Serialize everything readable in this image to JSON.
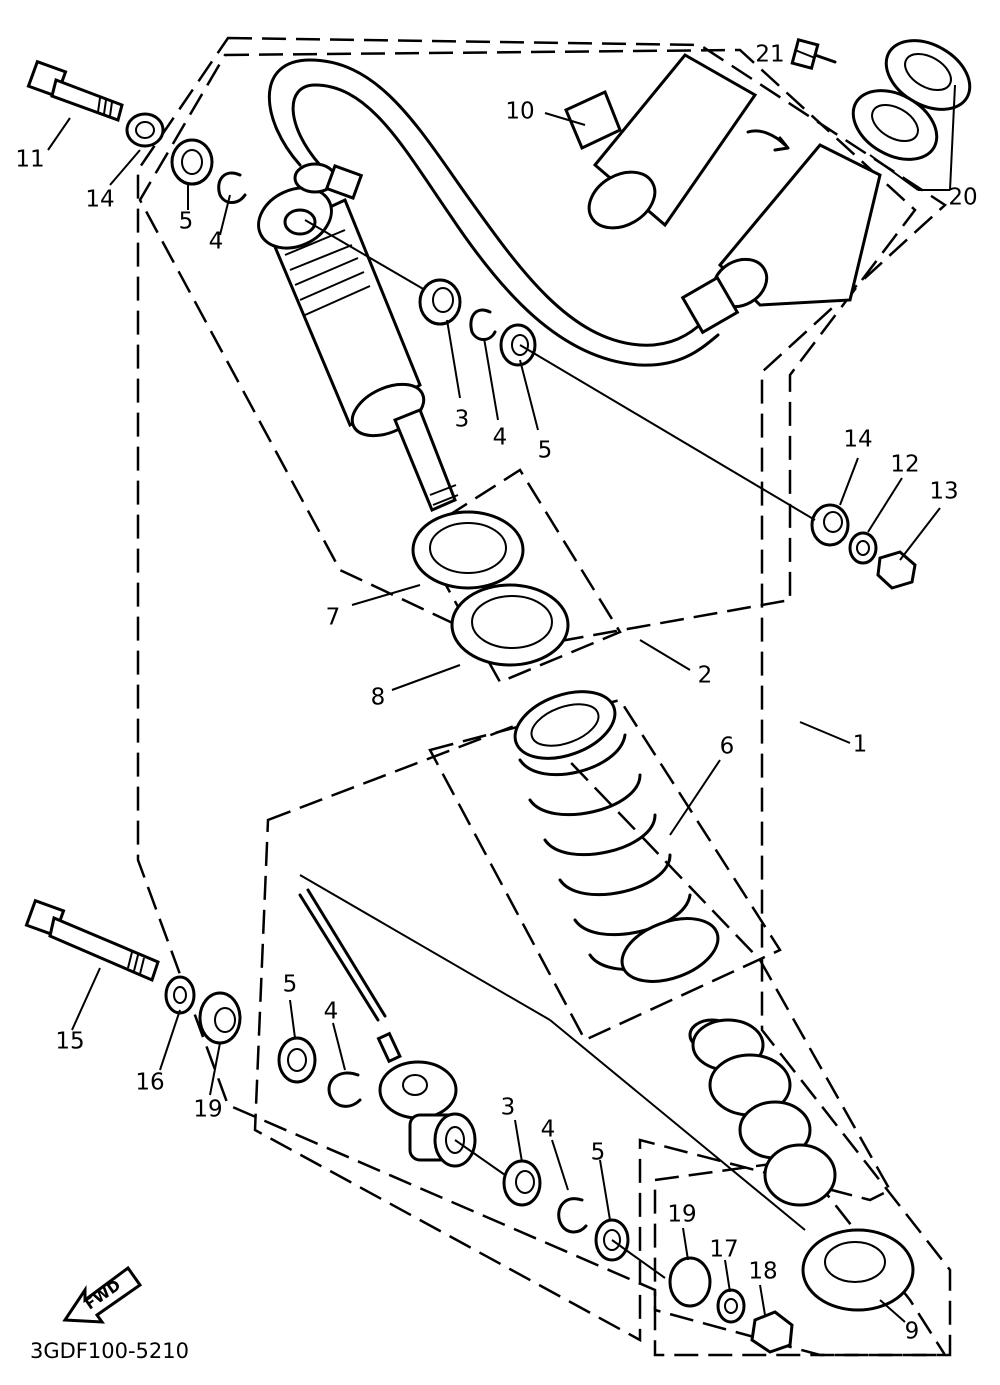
{
  "diagram": {
    "code": "3GDF100-5210",
    "fwd_label": "FWD",
    "callouts": [
      {
        "id": "c1",
        "text": "1"
      },
      {
        "id": "c2",
        "text": "2"
      },
      {
        "id": "c3a",
        "text": "3"
      },
      {
        "id": "c3b",
        "text": "3"
      },
      {
        "id": "c4a",
        "text": "4"
      },
      {
        "id": "c4b",
        "text": "4"
      },
      {
        "id": "c4c",
        "text": "4"
      },
      {
        "id": "c4d",
        "text": "4"
      },
      {
        "id": "c5a",
        "text": "5"
      },
      {
        "id": "c5b",
        "text": "5"
      },
      {
        "id": "c5c",
        "text": "5"
      },
      {
        "id": "c5d",
        "text": "5"
      },
      {
        "id": "c6",
        "text": "6"
      },
      {
        "id": "c7",
        "text": "7"
      },
      {
        "id": "c8",
        "text": "8"
      },
      {
        "id": "c9",
        "text": "9"
      },
      {
        "id": "c10",
        "text": "10"
      },
      {
        "id": "c11",
        "text": "11"
      },
      {
        "id": "c12",
        "text": "12"
      },
      {
        "id": "c13",
        "text": "13"
      },
      {
        "id": "c14a",
        "text": "14"
      },
      {
        "id": "c14b",
        "text": "14"
      },
      {
        "id": "c15",
        "text": "15"
      },
      {
        "id": "c16",
        "text": "16"
      },
      {
        "id": "c17",
        "text": "17"
      },
      {
        "id": "c18",
        "text": "18"
      },
      {
        "id": "c19a",
        "text": "19"
      },
      {
        "id": "c19b",
        "text": "19"
      },
      {
        "id": "c20",
        "text": "20"
      },
      {
        "id": "c21",
        "text": "21"
      }
    ]
  }
}
